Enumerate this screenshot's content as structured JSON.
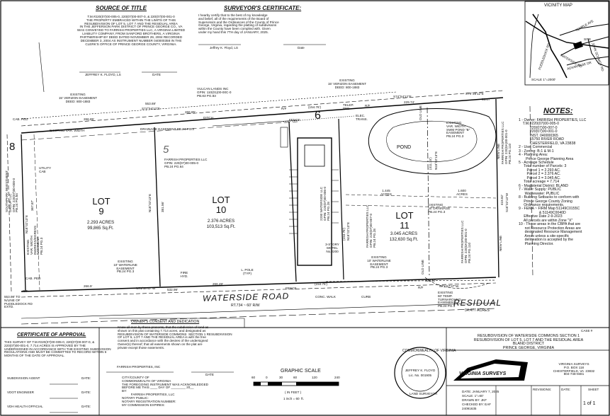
{
  "source_of_title": {
    "heading": "SOURCE OF TITLE",
    "body": "T.M.#220(07)00-005-0, 220(07)00-007-0, & 220(07)00-001-0\nTHE PROPERTY EMBRACED WITHIN THE LIMITS OF THIS\nRESUBDIVISION OF LOT 5, LOT 7 AND THE RESIDUAL AREA\nIN THE JEFFERSON PARK DISTRICT OF PRINCE GEORGE CO., VA\nWAS CONVEYED TO FARRISH PROPERTIES LLC, A VIRGINIA LIMITED\nLIABILITY COMPANY, FROM SANFORD BROTHERS, A VIRGINIA\nPARTNERSHIP BY DEED DATED NOVEMBER 29, 2004 RECORDED\nDECEMBER 3, 2004 AS INSTRUMENT NUMBER 040000358 IN THE\nCLERK'S OFFICE OF PRINCE GEORGE COUNTY, VIRGINIA.",
    "signer": "JEFFREY K. FLOYD, LS",
    "date_label": "DATE"
  },
  "surveyor_certificate": {
    "heading": "SURVEYOR'S CERTIFICATE:",
    "body": "I hearby certify that to the best of my knowledge\nand belief, all of the requirements of the Board of\nSupervisors and the Ordinances of the County of Prince\nGeorge, Virginia, regarding the platting of subdivisions\nwithin the County have been complied with. Given\nunder my hand this 7TH day of JANUARY, 2025.",
    "signer": "Jeffrey K. Floyd, LS",
    "date_label": "Date"
  },
  "vicinity_map": {
    "title": "VICINITY MAP",
    "scale": "SCALE 1\"=2000'",
    "labels": [
      "TEMPLE AVE",
      "PUDDLEDOCK RD",
      "WATERSIDE RD",
      "ADVANTAGE DR",
      "SITE",
      "JOHN SCHMIDT RD"
    ]
  },
  "notes": {
    "heading": "NOTES:",
    "items": [
      "1 - Owner: FARRISH PROPERTIES, LLC",
      "    T.M.#220(07)00-005-0",
      "           220(07)00-007-0",
      "           220(07)00-001-0",
      "           INST. 040000365",
      "           15750 RIVER ROAD",
      "           CHESTERFIELD, VA 23838",
      "2 - Use: Commercial",
      "3 - Zoning: B-1 & M-1",
      "4 - Planning Area:",
      "       Prince George Planning Area",
      "5 - Acreage Schedule",
      "     Total number of Parcels: 3",
      "        Parcel 1 = 2.293 AC.",
      "        Parcel 2 = 2.376 AC.",
      "        Parcel 3 = 3.045 AC.",
      "     Total acreage = 7.714",
      "6 - Magisterial District: BLAND",
      "7 - Water Supply: PUBLIC",
      "      Wastewater: PUBLIC",
      "8 - Building Setbacks to conform with",
      "     Prince George County Zoning",
      "     Ordinance requirements.",
      "9 - FEMA ~ FIRM Map 51149C0155C",
      "                    & 51149C0040D",
      "     Effective Date 2-9-2023",
      "     All parcels are within Zone \"X\"",
      "10 - Those areas in the CBPA that are",
      "      not Resource Protection Areas are",
      "      designated Resource Management",
      "      Areas unless a site-specific",
      "      delineation is accepted by the",
      "      Planning Director."
    ]
  },
  "lots": [
    {
      "name": "LOT\n9",
      "acres": "2.293 ACRES",
      "sqft": "99,865 Sq.Ft."
    },
    {
      "name": "LOT\n10",
      "acres": "2.376 ACRES",
      "sqft": "103,513 Sq.Ft."
    },
    {
      "name": "LOT\n11",
      "acres": "3.045 ACRES",
      "sqft": "132,630 Sq.Ft."
    },
    {
      "name": "6",
      "acres": "",
      "sqft": ""
    },
    {
      "name": "8",
      "acres": "",
      "sqft": ""
    }
  ],
  "plan_labels": {
    "waterside_road": "WATERSIDE ROAD",
    "rt": "RT.734 ~ 60' R/W",
    "residual": "RESIDUAL",
    "residual_acres": "34.477 ACRES",
    "existing_easement_left": "EXISTING\n15' VERIZON EASEMENT\nDEED: 800-1883",
    "existing_easement_right": "EXISTING\n15' VERIZON EASEMENT\nDEED: 800-1883",
    "vulcan": "VULCAN LANDS INC\nGPIN: 110(01)00-00C-0\nPB.83 PG.83",
    "farrish5": "FARRISH PROPERTIES LLC\nGPIN: 220(07)00-005-0\nPB.24 PG.64",
    "farrish5_num": "5",
    "var_width": "EXISTING VAR. WIDTH",
    "drainage_easement": "DRAINAGE EASEMENT PB.24 PG.3",
    "ditch": "DITCH",
    "fence_top": "FENCE",
    "fence_bottom": "FENCE",
    "rf1": "R/F",
    "rf2": "R/F",
    "rf3": "R/F",
    "rf4": "R/F",
    "cab_ped_top": "CAB. PED",
    "cab_ped_bottom": "CAB. PED",
    "utility_cab": "UTILITY\nCAB",
    "southpark": "SOUTHPARK INVESTMENT\nGROUP LLC\nGPIN: 220(07)00-008-0\nPB.24 PG.64",
    "ingress": "EXISTING\nVAR. WIDTH\nINGRESS/EGRESS\nEASEMENT\nPB.24 PG.3",
    "waterline_left": "EXISTING\n10' WATERLINE\nEASEMENT\nPB.24 PG.3",
    "waterline_right": "EXISTING\n10' WATERLINE\nEASEMENT\nPB.24 PG.3",
    "fire_hyd": "FIRE\nHYD.",
    "l_pole": "L. POLE\n(TYP)",
    "conc_walk": "CONC. WALK",
    "curb": "CURB",
    "motel": "3-STORY\nMOTEL\nNo.2200",
    "waterside_llc": "2200 WATERSIDE LLC\nGPIN: 220(07)00-006-0\nPB.24 PG.28",
    "farrish7": "FARRISH PROPERTIES LLC\nGPIN: 220(07)00-007-0\nPB.24 PG.28",
    "farrish1": "FARRISH PROPERTIES LLC\nGPIN: 220(0A)00-001-0\nPB.24 PG.110",
    "farrish1_top": "FARRISH PROPERTIES LLC\nGPIN: 220(0A)00-001-0\nPB.24 PG.110",
    "pond": "POND",
    "swm": "EXISTING\nVAR. WIDTH\nSWM POND \"B\"\nEASEMENT\nPB.24 PG.3",
    "drainage16": "EXISTING\n16' DRAINAGE\nPB.24 PG.3",
    "turnaround": "EXISTING\n60' TEMP.\nTURNAROUND\nEASEMENT\nPB.24 PG.3",
    "old_line": "OLD LINE",
    "new_line": "NEW LINE",
    "telep_ped": "TELEP.\nPED",
    "elec_trans": "ELEC.\nTRANS.",
    "acres_1445": "1.445\nACRES",
    "acres_1600": "1.600\nACRES",
    "puddledock": "553.98' TO\nN/LINE OF\nPUDDLEDOCK RD\nEXTD.",
    "dims": {
      "d1": "553.69'",
      "d2": "S74°54'12\"E",
      "d3": "266.85'",
      "d4": "266.85'",
      "d5": "(154.76')",
      "d6": "S74°54'12\"E",
      "d7": "229.74'",
      "d8": "S74°39'12\"E",
      "d9": "93.07'",
      "d10": "266.5'",
      "d11": "N71°57'47\"W",
      "d12": "532.99'",
      "d13": "266.49'",
      "d14": "(154.76')",
      "d15": "322.42'",
      "d16": "N71°57'47\"W",
      "d17": "N18°02'13\"E",
      "d18": "381.56'",
      "d19": "367.87'",
      "d20": "N18°02'13\"E",
      "d21": "(411.15')",
      "d22": "N18°02'13\"E",
      "d23": "418.82'",
      "d24": "S18°02'13\"W",
      "d25": "(154.76')",
      "d26": "N18°02'13\"E"
    }
  },
  "owners_consent": {
    "heading": "OWNER'S CONSENT AND DEDICATION",
    "body": "Know all men by these presents, that the subdivision of land as\nshown on this plat containing 7.714 acres, and designated as\nRESUBDIVISION OF WATERSIDE COMMONS  SECTION 1 RESUBDIVISION\nOF LOT 5, LOT 7 AND THE RESIDUAL AREA is with the free\nconsent and in accordance with the desires of the undersigned\nOwner(s) thereof; that all easements shown on the plat are\nprivate except those easements.",
    "company": "FARRISH PROPERTIES, INC",
    "date_label": "DATE",
    "ack": "CITY/COUNTY OF\nCOMMONWEALTH OF VIRGINIA\nTHE FOREGOING INSTRUMENT WAS ACKNOWLEDGED\nBEFORE ME THIS ____ DAY OF ________ 20__\nBY:\n          FARRISH PROPERTIES, LLC\nNOTARY PUBLIC:\nNOTARY REGISTRATION NUMBER:\nMY COMMISSION EXPIRES:"
  },
  "certificate_of_approval": {
    "heading": "CERTIFICATE OF APPROVAL",
    "body": "THIS SURVEY OF T.M.#220(07)00-005-0, 220(07)00-007-0, &\n220(07)00-001-0, 7.714 ACRES IS APPROVED BY THE\nUNDERSIGNED IN ACCORDANCE WITH THE EXISTING SUBDIVISION\nREGULATIONS AND MUST BE COMMITTED TO RECORD WITHIN 6\nMONTHS OF THE DATE OF APPROVAL.",
    "signatures": [
      {
        "label": "SUBDIVISION AGENT",
        "date": "DATE:"
      },
      {
        "label": "VDOT ENGINEER",
        "date": "DATE:"
      },
      {
        "label": "VDH HEALTH OFFICIAL",
        "date": "DATE:"
      }
    ]
  },
  "graphic_scale": {
    "title": "GRAPHIC SCALE",
    "ticks": [
      "60",
      "0",
      "30",
      "60",
      "120",
      "240"
    ],
    "unit": "( IN FEET )",
    "ratio": "1 inch = 60  ft."
  },
  "seal": {
    "top": "COMMONWEALTH OF VIRGINIA",
    "name": "JEFFREY K. FLOYD",
    "number": "Lic. No. 001905",
    "bottom": "LAND SURVEYOR"
  },
  "title_block": {
    "case": "CASE #",
    "title": "RESUBDIVISION OF WATERSIDE COMMONS SECTION 1\nRESUBDIVISION OF LOT 5, LOT 7 AND THE RESIDUAL AREA\nBLAND DISTRICT\nPRINCE GEORGE, VIRGINIA",
    "company": "VIRGINIA SURVEYS",
    "address": "VIRGINIA SURVEYS\nP.O. BOX 118\nCHESTERFIELD, VA  23832\n804-748-9481",
    "date": "DATE: JANUARY 7, 2025",
    "scale": "SCALE: 1\"=60'",
    "drawn": "DRAWN BY: JKF",
    "checked": "CHECKED BY: EAF",
    "job": "24091635",
    "revisions": "REVISIONS:",
    "sheet_label": "SHEET",
    "sheet": "1 of 1",
    "date_col": "DATE:"
  }
}
